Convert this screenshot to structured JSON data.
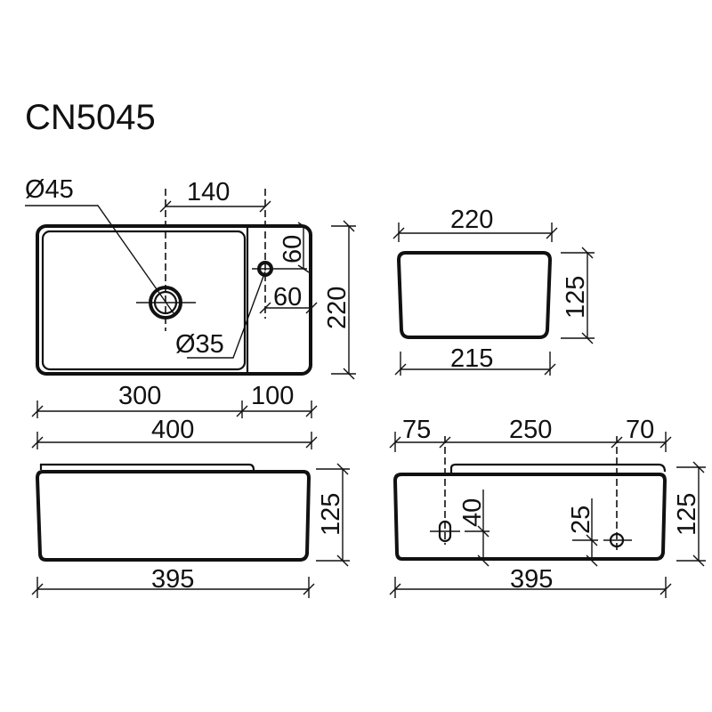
{
  "title": "CN5045",
  "top_view": {
    "drain_diameter": "Ø45",
    "tap_hole_diameter": "Ø35",
    "drain_to_tap": "140",
    "tap_from_back": "60",
    "tap_from_side": "60",
    "depth": "220",
    "basin_width": "300",
    "shelf_width": "100",
    "total_width": "400"
  },
  "side_view": {
    "top_width": "220",
    "bottom_width": "215",
    "height": "125"
  },
  "front_view": {
    "height": "125",
    "width": "395"
  },
  "back_view": {
    "left_offset": "75",
    "hole_spacing": "250",
    "right_offset": "70",
    "overflow_height": "40",
    "tap_height": "25",
    "height": "125",
    "width": "395"
  }
}
